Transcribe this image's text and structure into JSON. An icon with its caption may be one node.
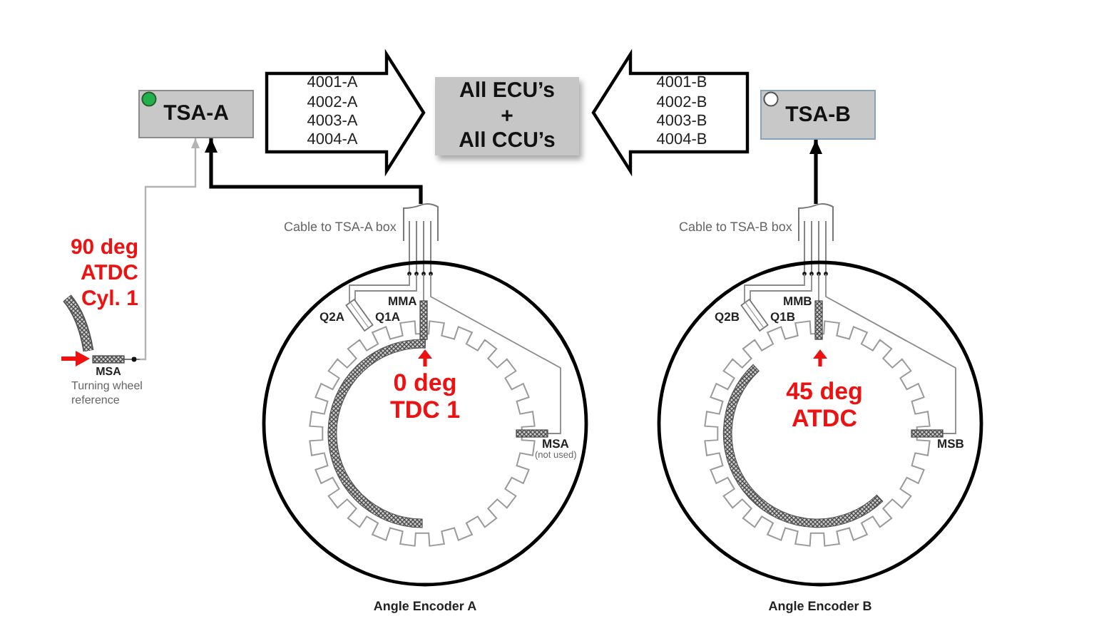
{
  "diagram": {
    "nodes": [
      {
        "text": [
          "TSA-A"
        ]
      },
      {
        "text": [
          "4001-A",
          "4002-A",
          "4003-A",
          "4004-A"
        ]
      },
      {
        "text": [
          "All ECU’s",
          "+",
          "All CCU’s"
        ]
      },
      {
        "text": [
          "4001-B",
          "4002-B",
          "4003-B",
          "4004-B"
        ]
      },
      {
        "text": [
          "TSA-B"
        ]
      },
      {
        "text": [
          "MSA"
        ],
        "beside": [
          "Turning wheel reference"
        ]
      },
      {
        "text": [],
        "shape": "box",
        "beside": [
          "Cable to TSA-A box"
        ]
      },
      {
        "text": [
          "Angle Encoder A"
        ]
      },
      {
        "text": [],
        "shape": "box",
        "beside": [
          "Cable to TSA-B box"
        ]
      },
      {
        "text": [
          "Angle Encoder B"
        ]
      }
    ],
    "edges": [
      {
        "from": 0,
        "to": 2,
        "arrow": "to"
      },
      {
        "from": 4,
        "to": 2,
        "arrow": "to"
      },
      {
        "from": 6,
        "to": 0,
        "arrow": "to"
      },
      {
        "from": 5,
        "to": 0,
        "arrow": "to",
        "color": "#b3b3b3"
      },
      {
        "from": 8,
        "to": 4,
        "arrow": "to"
      }
    ],
    "labels": [
      "90 deg ATDC Cyl. 1",
      "MMA",
      "Q2A",
      "Q1A",
      "MMB",
      "Q2B",
      "Q1B",
      "0 deg TDC 1",
      "45 deg ATDC",
      "MSA",
      "(not used)",
      "MSB"
    ]
  }
}
